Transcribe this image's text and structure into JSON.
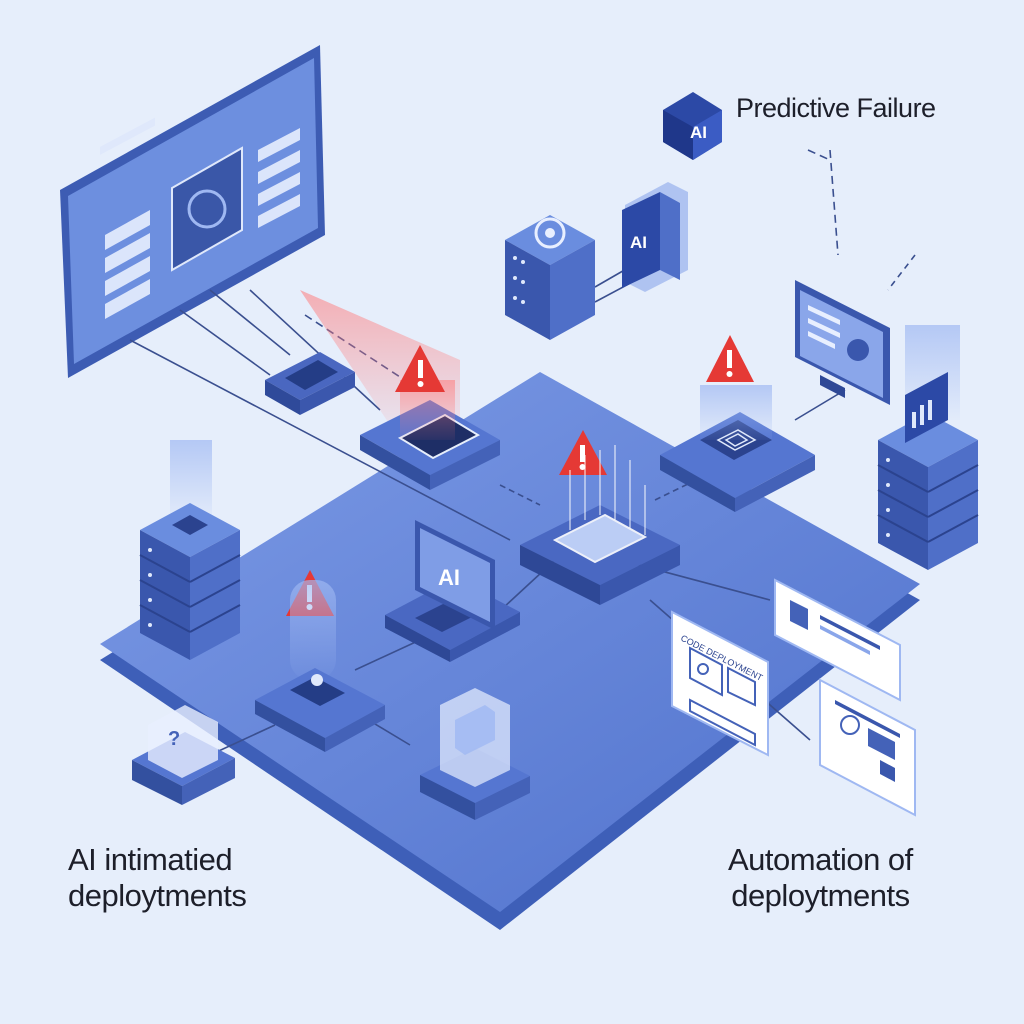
{
  "labels": {
    "predictive_failure": "Predictive Failure",
    "left_caption_line1": "AI intimatied",
    "left_caption_line2": "deploytments",
    "right_caption_line1": "Automation of",
    "right_caption_line2": "deploytments"
  },
  "badges": {
    "ai_top": "AI",
    "ai_mid": "AI",
    "ai_laptop": "AI"
  },
  "doc_card": {
    "header": "CODE DEPLOYMENT"
  },
  "icons": [
    "warning-icon",
    "server-icon",
    "ai-chip-icon",
    "dashboard-icon",
    "laptop-icon",
    "document-icon",
    "monitor-icon"
  ],
  "colors": {
    "background": "#e6eefb",
    "platform": "#5b7fd6",
    "platform_dark": "#3e5fb8",
    "accent_blue": "#4466c8",
    "warning_red": "#e53935",
    "text": "#1d1f2a"
  }
}
